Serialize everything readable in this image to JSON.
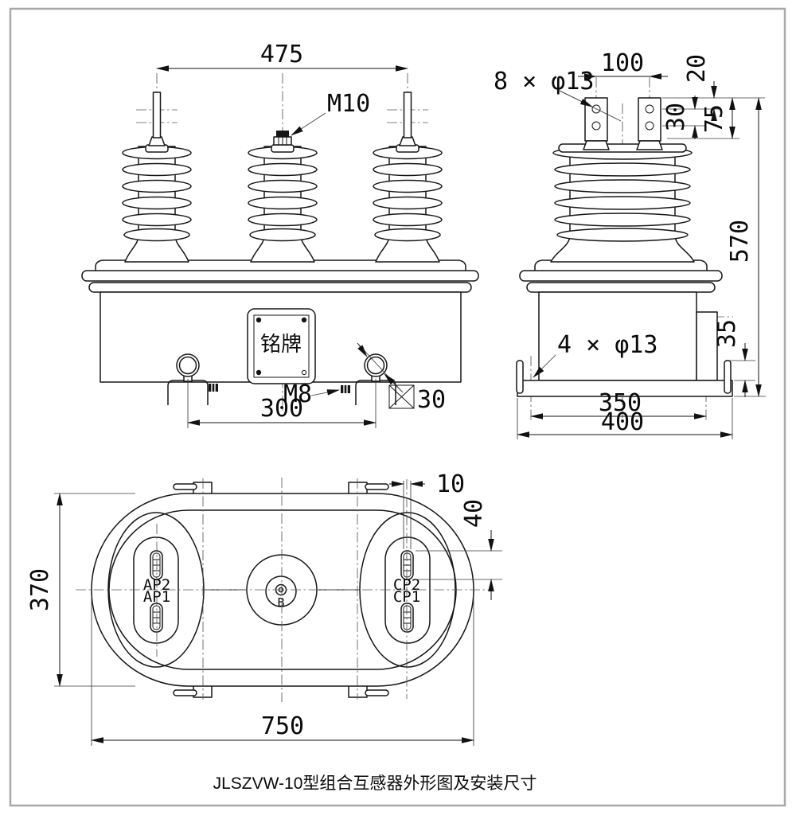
{
  "drawing": {
    "caption": "JLSZVW-10型组合互感器外形图及安装尺寸",
    "colors": {
      "line": "#161616",
      "frame": "#a8a8a8",
      "background": "#ffffff"
    },
    "front_view": {
      "dim_span": "475",
      "top_terminal_thread": "M10",
      "nameplate": "铭牌",
      "ground_bolt_thread": "M8",
      "dim_hook_spacing": "300",
      "square_bar_size": "30"
    },
    "side_view": {
      "terminal_holes": "8 × φ13",
      "dim_terminal_spacing": "100",
      "dim_hole_top_offset": "20",
      "dim_hole_pitch": "30",
      "dim_pad_height": "75",
      "dim_total_height": "570",
      "mounting_holes": "4 × φ13",
      "dim_flange_height": "35",
      "dim_hole_span": "350",
      "dim_base_width": "400"
    },
    "plan_view": {
      "dim_slot_width": "10",
      "dim_slot_length": "40",
      "dim_body_width": "370",
      "dim_body_length": "750",
      "terminal_ap2": "AP2",
      "terminal_ap1": "AP1",
      "terminal_cp2": "CP2",
      "terminal_cp1": "CP1",
      "terminal_b": "B"
    }
  }
}
